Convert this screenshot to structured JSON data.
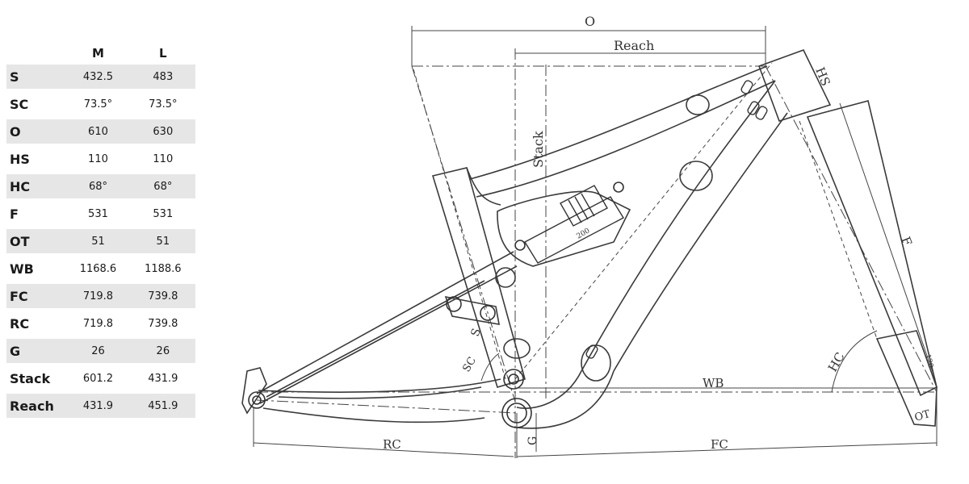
{
  "table": {
    "corner": "",
    "columns": [
      "M",
      "L"
    ],
    "rows": [
      {
        "label": "S",
        "m": "432.5",
        "l": "483"
      },
      {
        "label": "SC",
        "m": "73.5°",
        "l": "73.5°"
      },
      {
        "label": "O",
        "m": "610",
        "l": "630"
      },
      {
        "label": "HS",
        "m": "110",
        "l": "110"
      },
      {
        "label": "HC",
        "m": "68°",
        "l": "68°"
      },
      {
        "label": "F",
        "m": "531",
        "l": "531"
      },
      {
        "label": "OT",
        "m": "51",
        "l": "51"
      },
      {
        "label": "WB",
        "m": "1168.6",
        "l": "1188.6"
      },
      {
        "label": "FC",
        "m": "719.8",
        "l": "739.8"
      },
      {
        "label": "RC",
        "m": "719.8",
        "l": "739.8"
      },
      {
        "label": "G",
        "m": "26",
        "l": "26"
      },
      {
        "label": "Stack",
        "m": "601.2",
        "l": "431.9"
      },
      {
        "label": "Reach",
        "m": "431.9",
        "l": "451.9"
      }
    ]
  },
  "drawing": {
    "dimension_labels": {
      "o": "O",
      "reach": "Reach",
      "stack": "Stack",
      "hs": "HS",
      "f": "F",
      "hc": "HC",
      "wb": "WB",
      "rc": "RC",
      "fc": "FC",
      "g": "G",
      "ot": "OT",
      "s": "S",
      "sc": "SC"
    },
    "shock_text": "200",
    "fork_travel": "120"
  }
}
